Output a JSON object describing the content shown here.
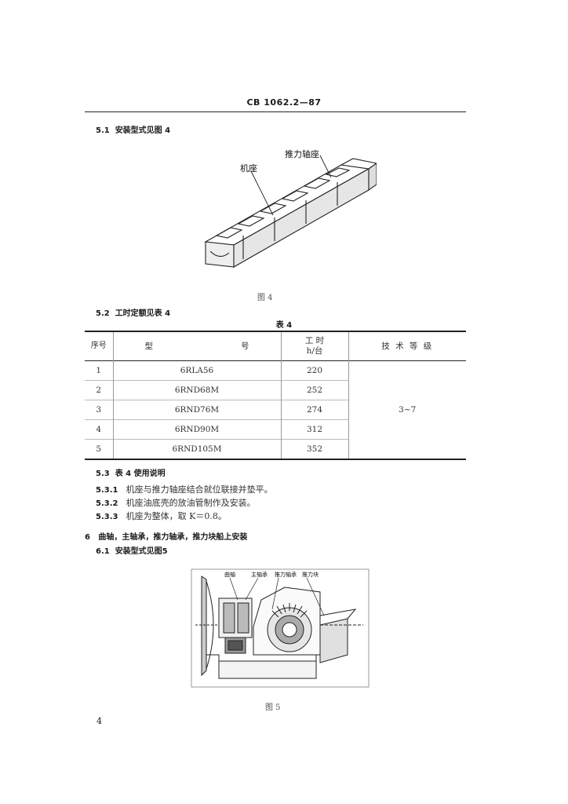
{
  "header": {
    "doc_number": "CB 1062.2—87"
  },
  "sec_5_1": {
    "number": "5.1",
    "title": "安装型式见图 4"
  },
  "fig4": {
    "label_jizuo": "机座",
    "label_tuili": "推力轴座",
    "caption": "图 4"
  },
  "sec_5_2": {
    "number": "5.2",
    "title": "工时定额见表 4"
  },
  "table4": {
    "title": "表 4",
    "headers": {
      "seq": "序号",
      "model_left": "型",
      "model_right": "号",
      "hours_top": "工 时",
      "hours_unit": "h/台",
      "grade": "技 术 等 级"
    },
    "rows": [
      {
        "seq": "1",
        "model": "6RLA56",
        "hours": "220"
      },
      {
        "seq": "2",
        "model": "6RND68M",
        "hours": "252"
      },
      {
        "seq": "3",
        "model": "6RND76M",
        "hours": "274"
      },
      {
        "seq": "4",
        "model": "6RND90M",
        "hours": "312"
      },
      {
        "seq": "5",
        "model": "6RND105M",
        "hours": "352"
      }
    ],
    "grade_value": "3~7"
  },
  "sec_5_3": {
    "number": "5.3",
    "title": "表 4 使用说明",
    "items": [
      {
        "number": "5.3.1",
        "text": "机座与推力轴座结合就位联接并垫平。"
      },
      {
        "number": "5.3.2",
        "text": "机座油底壳的放油管制作及安装。"
      },
      {
        "number": "5.3.3",
        "text": "机座为整体，取 K＝0.8。"
      }
    ]
  },
  "sec_6": {
    "number": "6",
    "title": "曲轴，主轴承，推力轴承，推力块船上安装"
  },
  "sec_6_1": {
    "number": "6.1",
    "title": "安装型式见图5"
  },
  "fig5": {
    "label_crank": "曲轴",
    "label_main": "主轴承",
    "label_thrust_bearing": "推力轴承",
    "label_thrust_block": "推力块",
    "caption": "图 5"
  },
  "footer": {
    "page_number": "4"
  }
}
